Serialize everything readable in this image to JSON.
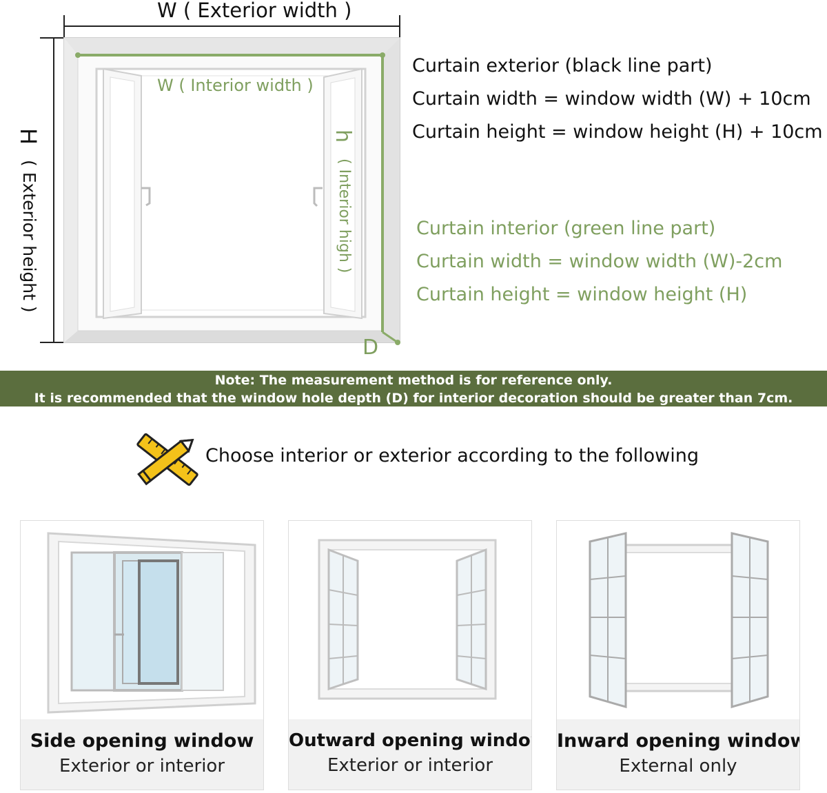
{
  "diagram": {
    "exterior_width_label": "W  ( Exterior width )",
    "exterior_height_letter": "H",
    "exterior_height_label": "( Exterior height )",
    "interior_width_label": "W ( Interior width )",
    "interior_height_letter": "h",
    "interior_height_label": "( Interior high )",
    "depth_label": "D",
    "colors": {
      "green": "#7f9f5f",
      "banner": "#5b6e3e"
    }
  },
  "exterior_info": {
    "title": "Curtain exterior (black line part)",
    "width_rule": "Curtain width = window width (W) + 10cm",
    "height_rule": "Curtain height = window height (H) + 10cm"
  },
  "interior_info": {
    "title": "Curtain interior (green line part)",
    "width_rule": "Curtain width = window width (W)-2cm",
    "height_rule": "Curtain height = window height (H)"
  },
  "note": {
    "line1": "Note: The measurement method is for reference only.",
    "line2": "It is recommended that the window hole depth (D) for interior decoration should be greater than 7cm."
  },
  "choose": {
    "icon": "ruler-pencil-icon",
    "text": "Choose interior or exterior according to the following"
  },
  "windows": [
    {
      "title": "Side opening window",
      "subtitle": "Exterior or interior"
    },
    {
      "title": "Outward opening window",
      "subtitle": "Exterior or interior"
    },
    {
      "title": "Inward opening window",
      "subtitle": "External only"
    }
  ]
}
